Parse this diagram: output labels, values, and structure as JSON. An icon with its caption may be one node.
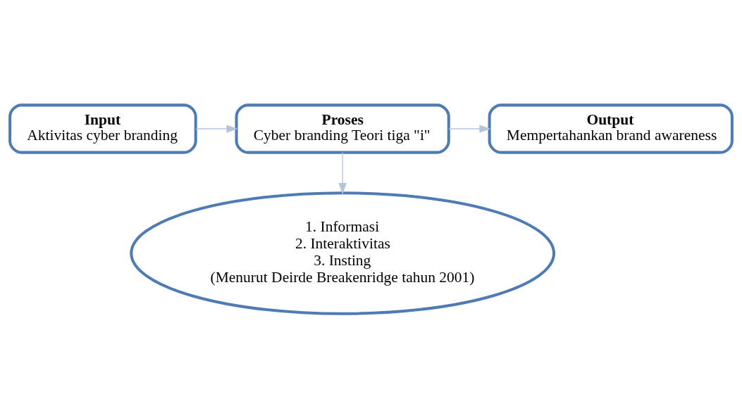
{
  "diagram": {
    "nodes": [
      {
        "text": [
          "Input",
          "Aktivitas cyber branding"
        ]
      },
      {
        "text": [
          "Proses",
          "Cyber branding Teori tiga \"i\""
        ]
      },
      {
        "text": [
          "Output",
          "Mempertahankan brand awareness"
        ]
      },
      {
        "text": [
          "1. Informasi",
          "2. Interaktivitas",
          "3. Insting",
          "(Menurut Deirde Breakenridge tahun 2001)"
        ]
      }
    ],
    "edges": [
      {
        "from": 0,
        "to": 1,
        "arrow": "to"
      },
      {
        "from": 1,
        "to": 2,
        "arrow": "to"
      },
      {
        "from": 1,
        "to": 3,
        "arrow": "to"
      }
    ]
  }
}
